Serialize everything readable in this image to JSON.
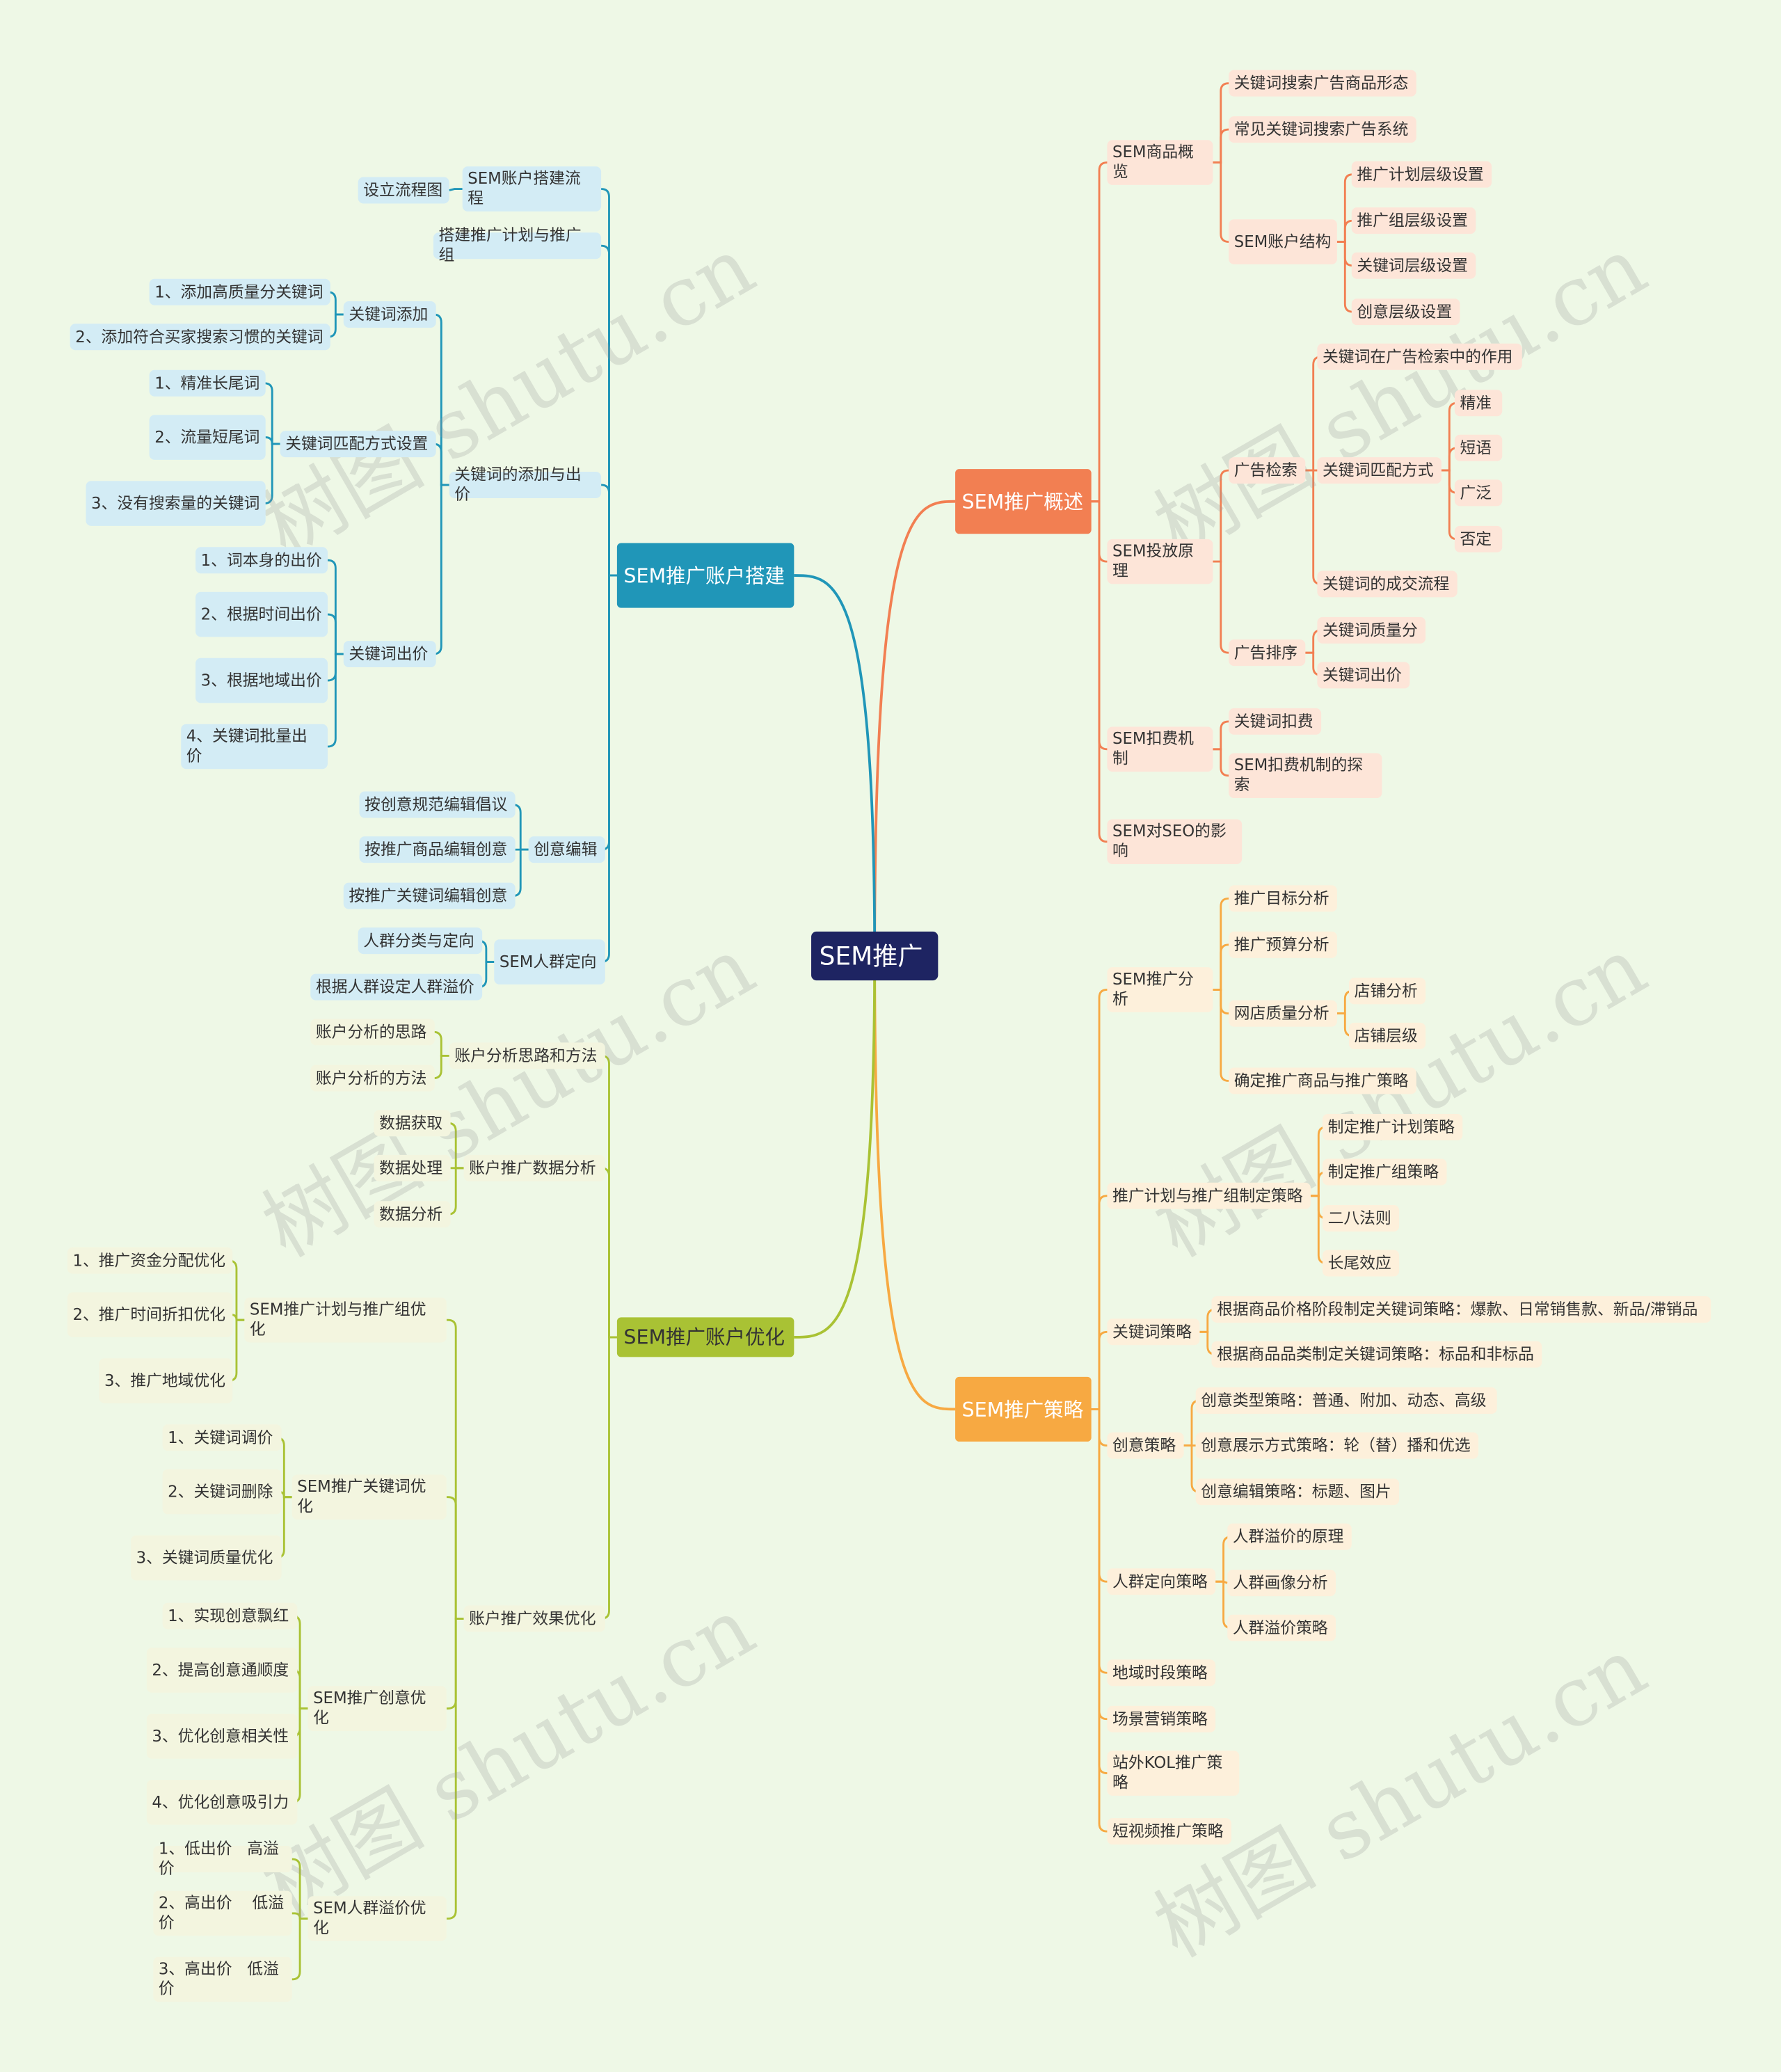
{
  "watermark": "树图 shutu.cn",
  "colors": {
    "b1": "#f27f52",
    "b2": "#f7a942",
    "b3": "#2096b8",
    "b4": "#a9c234"
  },
  "nodes": {
    "root": "SEM推广",
    "b1": "SEM推广概述",
    "b1_1": "SEM商品概览",
    "b1_1_1": "关键词搜索广告商品形态",
    "b1_1_2": "常见关键词搜索广告系统",
    "b1_1_3": "SEM账户结构",
    "b1_1_3_1": "推广计划层级设置",
    "b1_1_3_2": "推广组层级设置",
    "b1_1_3_3": "关键词层级设置",
    "b1_1_3_4": "创意层级设置",
    "b1_2": "SEM投放原理",
    "b1_2_1": "广告检索",
    "b1_2_1_1": "关键词在广告检索中的作用",
    "b1_2_1_2": "关键词匹配方式",
    "b1_2_1_2_1": "精准",
    "b1_2_1_2_2": "短语",
    "b1_2_1_2_3": "广泛",
    "b1_2_1_2_4": "否定",
    "b1_2_1_3": "关键词的成交流程",
    "b1_2_2": "广告排序",
    "b1_2_2_1": "关键词质量分",
    "b1_2_2_2": "关键词出价",
    "b1_3": "SEM扣费机制",
    "b1_3_1": "关键词扣费",
    "b1_3_2": "SEM扣费机制的探索",
    "b1_4": "SEM对SEO的影响",
    "b2": "SEM推广策略",
    "b2_1": "SEM推广分析",
    "b2_1_1": "推广目标分析",
    "b2_1_2": "推广预算分析",
    "b2_1_3": "网店质量分析",
    "b2_1_3_1": "店铺分析",
    "b2_1_3_2": "店铺层级",
    "b2_1_4": "确定推广商品与推广策略",
    "b2_2": "推广计划与推广组制定策略",
    "b2_2_1": "制定推广计划策略",
    "b2_2_2": "制定推广组策略",
    "b2_2_3": "二八法则",
    "b2_2_4": "长尾效应",
    "b2_3": "关键词策略",
    "b2_3_1": "根据商品价格阶段制定关键词策略：爆款、日常销售款、新品/滞销品",
    "b2_3_2": "根据商品品类制定关键词策略：标品和非标品",
    "b2_4": "创意策略",
    "b2_4_1": "创意类型策略：普通、附加、动态、高级",
    "b2_4_2": "创意展示方式策略：轮（替）播和优选",
    "b2_4_3": "创意编辑策略：标题、图片",
    "b2_5": "人群定向策略",
    "b2_5_1": "人群溢价的原理",
    "b2_5_2": "人群画像分析",
    "b2_5_3": "人群溢价策略",
    "b2_6": "地域时段策略",
    "b2_7": "场景营销策略",
    "b2_8": "站外KOL推广策略",
    "b2_9": "短视频推广策略",
    "b3": "SEM推广账户搭建",
    "b3_1": "SEM账户搭建流程",
    "b3_1_1": "设立流程图",
    "b3_2": "搭建推广计划与推广组",
    "b3_3": "关键词的添加与出价",
    "b3_3_1": "关键词添加",
    "b3_3_1_1": "1、添加高质量分关键词",
    "b3_3_1_2": "2、添加符合买家搜索习惯的关键词",
    "b3_3_2": "关键词匹配方式设置",
    "b3_3_2_1": "1、精准长尾词",
    "b3_3_2_2": "2、流量短尾词",
    "b3_3_2_3": "3、没有搜索量的关键词",
    "b3_3_3": "关键词出价",
    "b3_3_3_1": "1、词本身的出价",
    "b3_3_3_2": "2、根据时间出价",
    "b3_3_3_3": "3、根据地域出价",
    "b3_3_3_4": "4、关键词批量出价",
    "b3_4": "创意编辑",
    "b3_4_1": "按创意规范编辑倡议",
    "b3_4_2": "按推广商品编辑创意",
    "b3_4_3": "按推广关键词编辑创意",
    "b3_5": "SEM人群定向",
    "b3_5_1": "人群分类与定向",
    "b3_5_2": "根据人群设定人群溢价",
    "b4": "SEM推广账户优化",
    "b4_1": "账户分析思路和方法",
    "b4_1_1": "账户分析的思路",
    "b4_1_2": "账户分析的方法",
    "b4_2": "账户推广数据分析",
    "b4_2_1": "数据获取",
    "b4_2_2": "数据处理",
    "b4_2_3": "数据分析",
    "b4_3": "账户推广效果优化",
    "b4_3_1": "SEM推广计划与推广组优化",
    "b4_3_1_1": "1、推广资金分配优化",
    "b4_3_1_2": "2、推广时间折扣优化",
    "b4_3_1_3": "3、推广地域优化",
    "b4_3_2": "SEM推广关键词优化",
    "b4_3_2_1": "1、关键词调价",
    "b4_3_2_2": "2、关键词删除",
    "b4_3_2_3": "3、关键词质量优化",
    "b4_3_3": "SEM推广创意优化",
    "b4_3_3_1": "1、实现创意飘红",
    "b4_3_3_2": "2、提高创意通顺度",
    "b4_3_3_3": "3、优化创意相关性",
    "b4_3_3_4": "4、优化创意吸引力",
    "b4_3_4": "SEM人群溢价优化",
    "b4_3_4_1": "1、低出价   高溢价",
    "b4_3_4_2": "2、高出价    低溢价",
    "b4_3_4_3": "3、高出价   低溢价"
  }
}
